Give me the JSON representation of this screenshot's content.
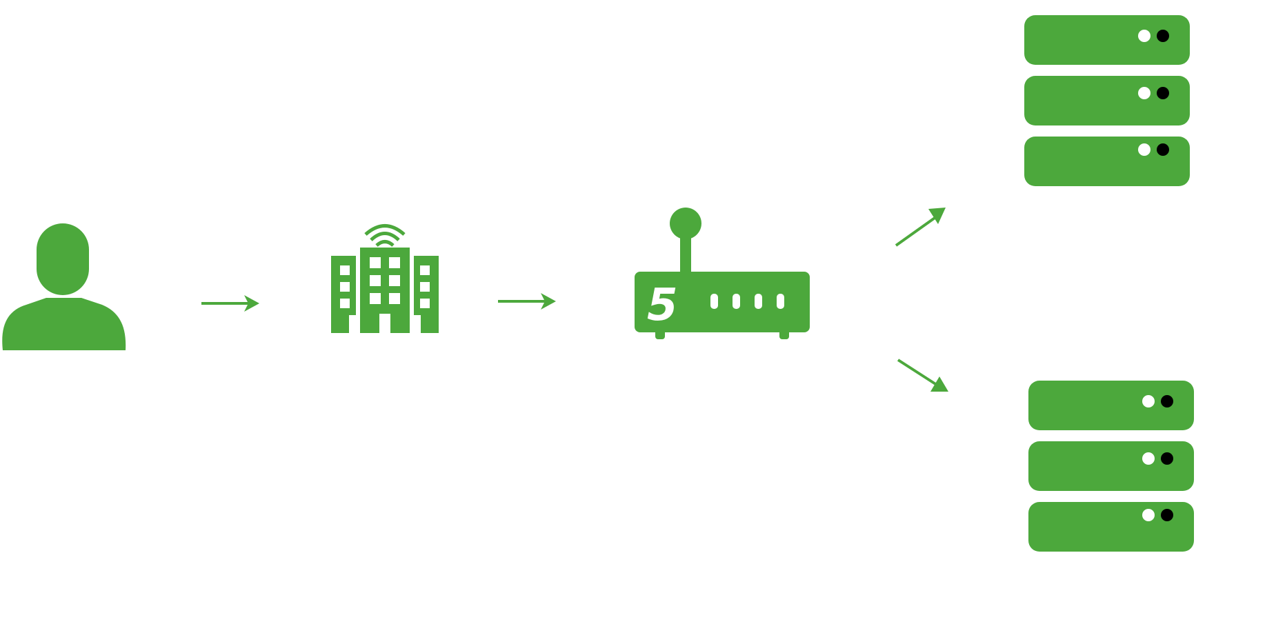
{
  "diagram": {
    "type": "network-flow",
    "colors": {
      "accent": "#4CA83C",
      "background": "#FFFFFF",
      "led_on": "#000000",
      "led_off": "#FFFFFF"
    },
    "nodes": [
      {
        "id": "user",
        "icon": "user-icon"
      },
      {
        "id": "building",
        "icon": "office-building-wifi-icon"
      },
      {
        "id": "router",
        "icon": "5g-router-icon",
        "badge": "5"
      },
      {
        "id": "server-top",
        "icon": "server-stack-icon",
        "units": 3
      },
      {
        "id": "server-bottom",
        "icon": "server-stack-icon",
        "units": 3
      }
    ],
    "edges": [
      {
        "from": "user",
        "to": "building"
      },
      {
        "from": "building",
        "to": "router"
      },
      {
        "from": "router",
        "to": "server-top"
      },
      {
        "from": "router",
        "to": "server-bottom"
      }
    ]
  }
}
